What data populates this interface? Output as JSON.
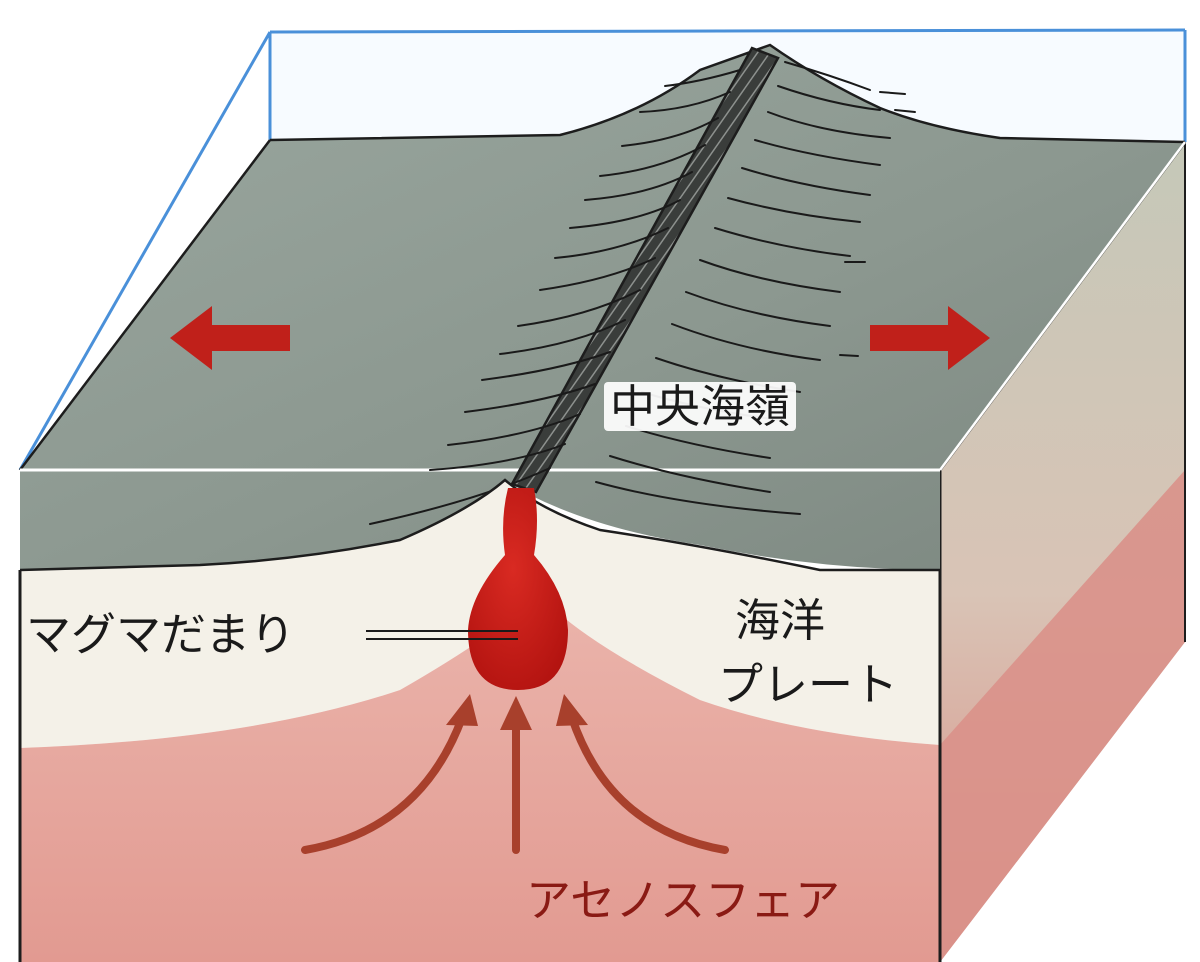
{
  "labels": {
    "mid_ocean_ridge": "中央海嶺",
    "magma_chamber": "マグマだまり",
    "oceanic_plate_line1": "海洋",
    "oceanic_plate_line2": "プレート",
    "asthenosphere": "アセノスフェア"
  },
  "colors": {
    "water_edge": "#4a90d9",
    "seafloor": "#8f9a92",
    "plate_white": "#f4f1e8",
    "asthenosphere": "#e7a8a0",
    "magma": "#c81c1c",
    "arrow_red": "#c0201a",
    "upflow_arrow": "#a8402c"
  },
  "icons": [
    "spread-left-arrow-icon",
    "spread-right-arrow-icon",
    "upwelling-arrow-icon"
  ]
}
